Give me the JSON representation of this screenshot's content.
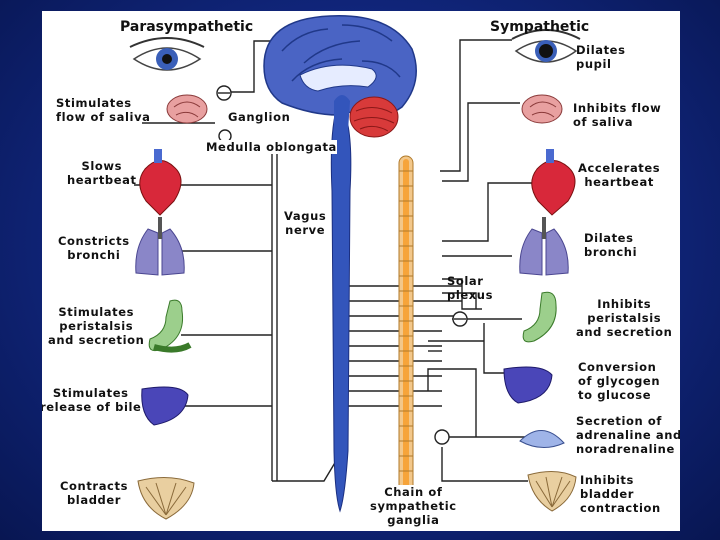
{
  "headers": {
    "left": "Parasympathetic",
    "right": "Sympathetic"
  },
  "center_labels": {
    "ganglion": "Ganglion",
    "medulla": "Medulla oblongata",
    "vagus": [
      "Vagus",
      "nerve"
    ],
    "solar": [
      "Solar",
      "plexus"
    ],
    "chain": [
      "Chain of",
      "sympathetic",
      "ganglia"
    ]
  },
  "parasympathetic": [
    {
      "organ": "eye",
      "lines": []
    },
    {
      "organ": "salivary-gland",
      "lines": [
        "Stimulates",
        "flow of saliva"
      ]
    },
    {
      "organ": "heart",
      "lines": [
        "Slows",
        "heartbeat"
      ]
    },
    {
      "organ": "lungs",
      "lines": [
        "Constricts",
        "bronchi"
      ]
    },
    {
      "organ": "stomach",
      "lines": [
        "Stimulates",
        "peristalsis",
        "and secretion"
      ]
    },
    {
      "organ": "liver",
      "lines": [
        "Stimulates",
        "release of bile"
      ]
    },
    {
      "organ": "bladder",
      "lines": [
        "Contracts",
        "bladder"
      ]
    }
  ],
  "sympathetic": [
    {
      "organ": "eye",
      "lines": [
        "Dilates",
        "pupil"
      ]
    },
    {
      "organ": "salivary-gland",
      "lines": [
        "Inhibits flow",
        "of saliva"
      ]
    },
    {
      "organ": "heart",
      "lines": [
        "Accelerates",
        "heartbeat"
      ]
    },
    {
      "organ": "lungs",
      "lines": [
        "Dilates",
        "bronchi"
      ]
    },
    {
      "organ": "stomach",
      "lines": [
        "Inhibits",
        "peristalsis",
        "and secretion"
      ]
    },
    {
      "organ": "liver",
      "lines": [
        "Conversion",
        "of glycogen",
        "to glucose"
      ]
    },
    {
      "organ": "adrenal-gland",
      "lines": [
        "Secretion of",
        "adrenaline and",
        "noradrenaline"
      ]
    },
    {
      "organ": "bladder",
      "lines": [
        "Inhibits",
        "bladder",
        "contraction"
      ]
    }
  ],
  "colors": {
    "background": "#1a2f95",
    "panel": "#ffffff",
    "nerve": "#3355bb",
    "chain": "#f2c78a",
    "heart": "#d8283a",
    "lungs": "#8a86c8",
    "stomach": "#9ccf8c",
    "liver": "#4a46b8",
    "bladder": "#e9cfa0",
    "cerebellum": "#d83a3a"
  }
}
